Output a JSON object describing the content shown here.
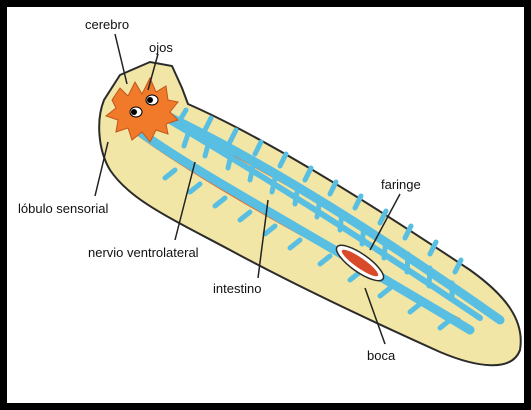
{
  "labels": {
    "cerebro": "cerebro",
    "ojos": "ojos",
    "lobulo_sensorial": "lóbulo sensorial",
    "nervio_ventrolateral": "nervio ventrolateral",
    "intestino": "intestino",
    "faringe": "faringe",
    "boca": "boca"
  },
  "colors": {
    "body_fill": "#f2e6a6",
    "body_outline": "#2b2b2b",
    "brain": "#f07a2a",
    "gut": "#58bfe3",
    "nerve": "#e06a30",
    "pharynx": "#d94a2a",
    "border": "#000000"
  },
  "icons": [
    "eye-icon"
  ]
}
